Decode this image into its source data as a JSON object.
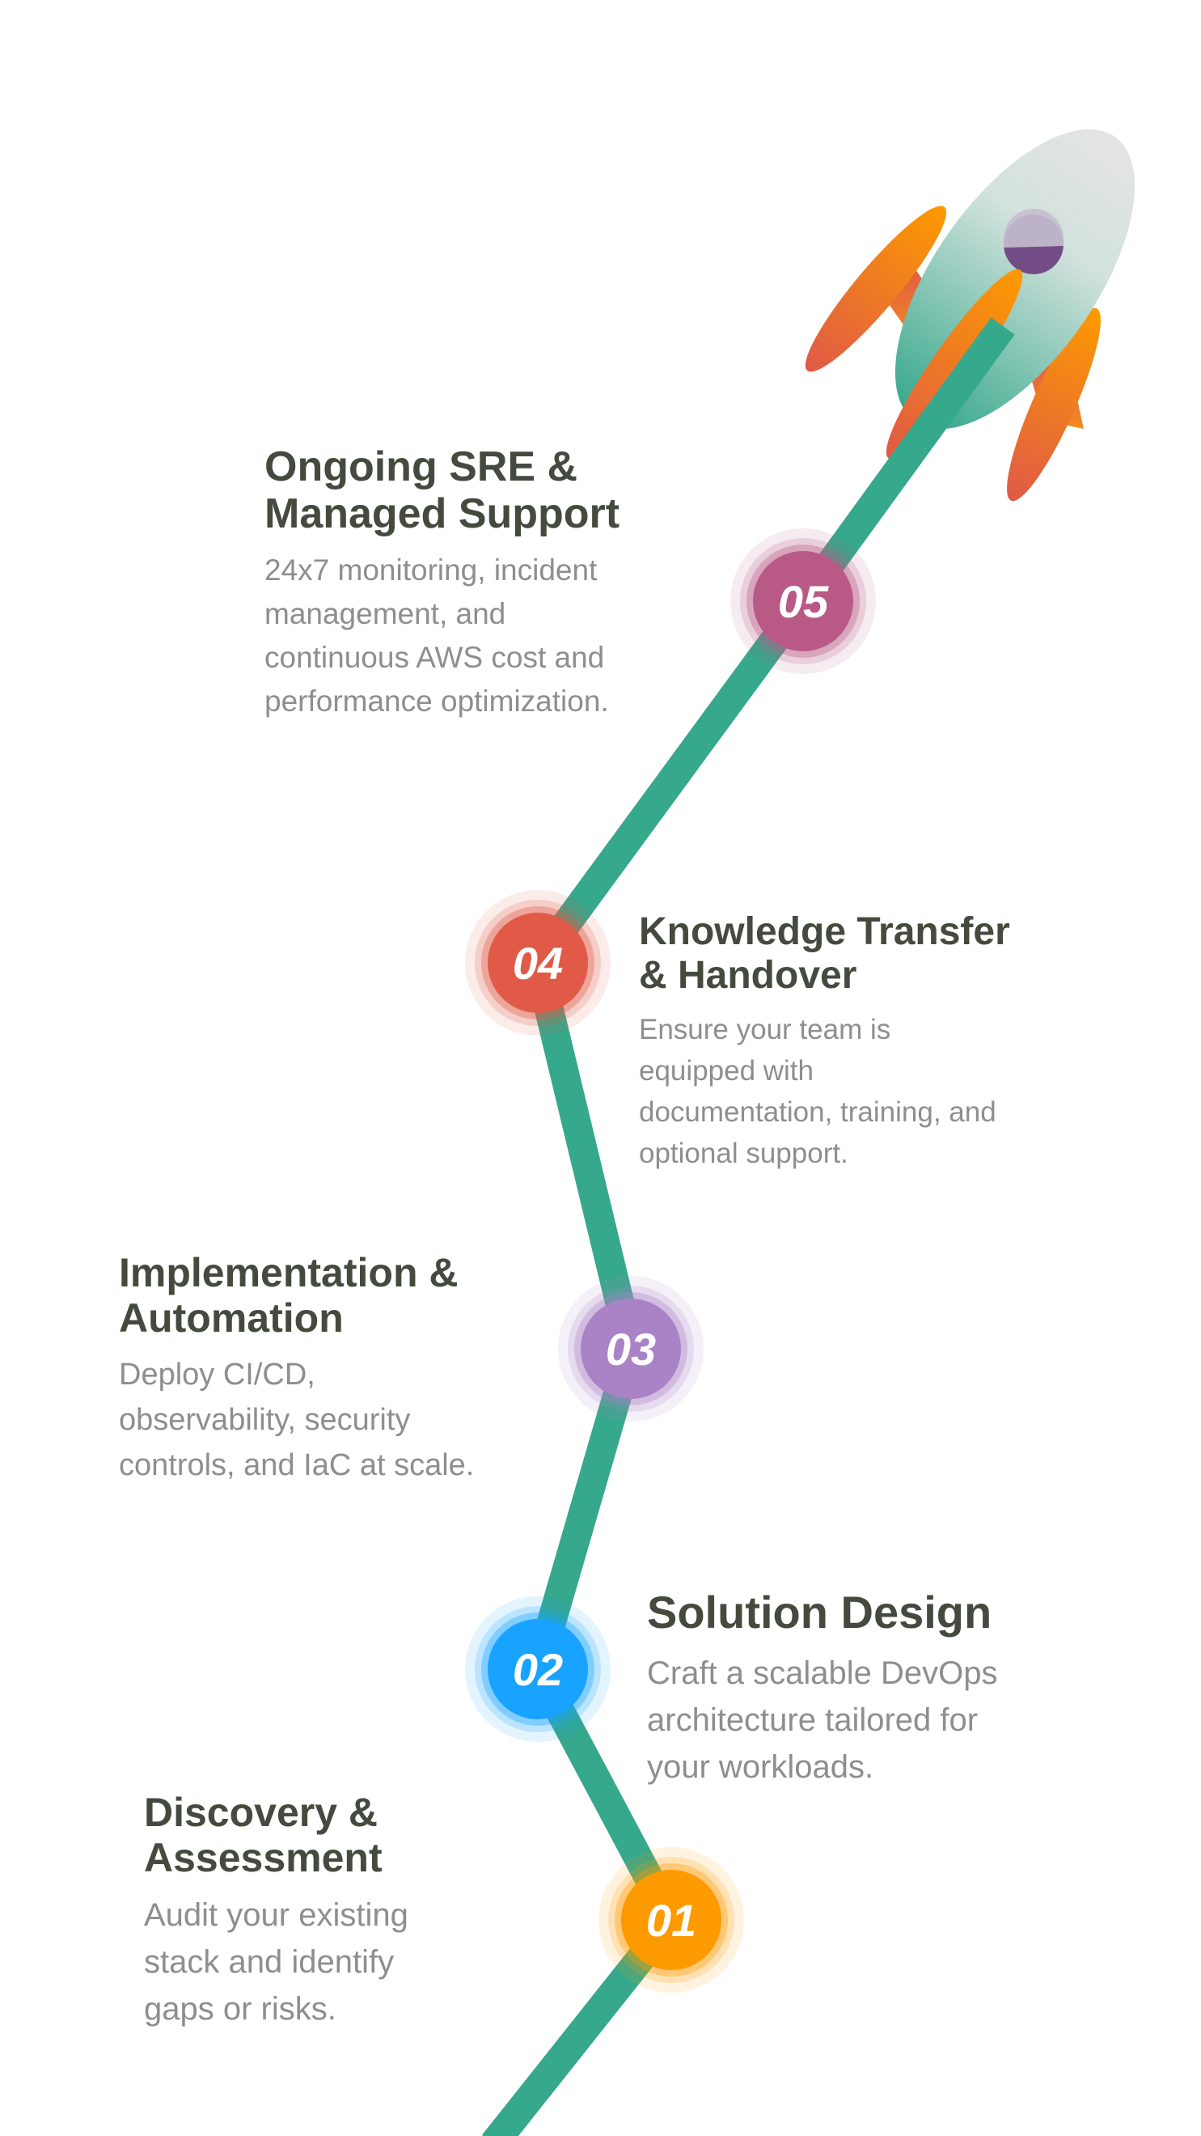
{
  "colors": {
    "path": "#36a88b",
    "title": "#444b3e",
    "body": "#8e8e8e"
  },
  "steps": [
    {
      "number": "01",
      "color": "#fd9a00",
      "title": [
        "Discovery &",
        "Assessment"
      ],
      "body": [
        "Audit your existing",
        "stack and identify",
        "gaps or risks."
      ]
    },
    {
      "number": "02",
      "color": "#17a3ff",
      "title": [
        "Solution Design"
      ],
      "body": [
        "Craft a scalable DevOps",
        "architecture tailored for",
        "your workloads."
      ]
    },
    {
      "number": "03",
      "color": "#a983c6",
      "title": [
        "Implementation &",
        "Automation"
      ],
      "body": [
        "Deploy CI/CD,",
        "observability, security",
        "controls, and IaC at scale."
      ]
    },
    {
      "number": "04",
      "color": "#e05a47",
      "title": [
        "Knowledge Transfer",
        "& Handover"
      ],
      "body": [
        "Ensure your team is",
        "equipped with",
        "documentation, training, and",
        "optional support."
      ]
    },
    {
      "number": "05",
      "color": "#b95a86",
      "title": [
        "Ongoing SRE &",
        "Managed Support"
      ],
      "body": [
        "24x7 monitoring, incident",
        "management, and",
        "continuous AWS cost and",
        "performance optimization."
      ]
    }
  ]
}
